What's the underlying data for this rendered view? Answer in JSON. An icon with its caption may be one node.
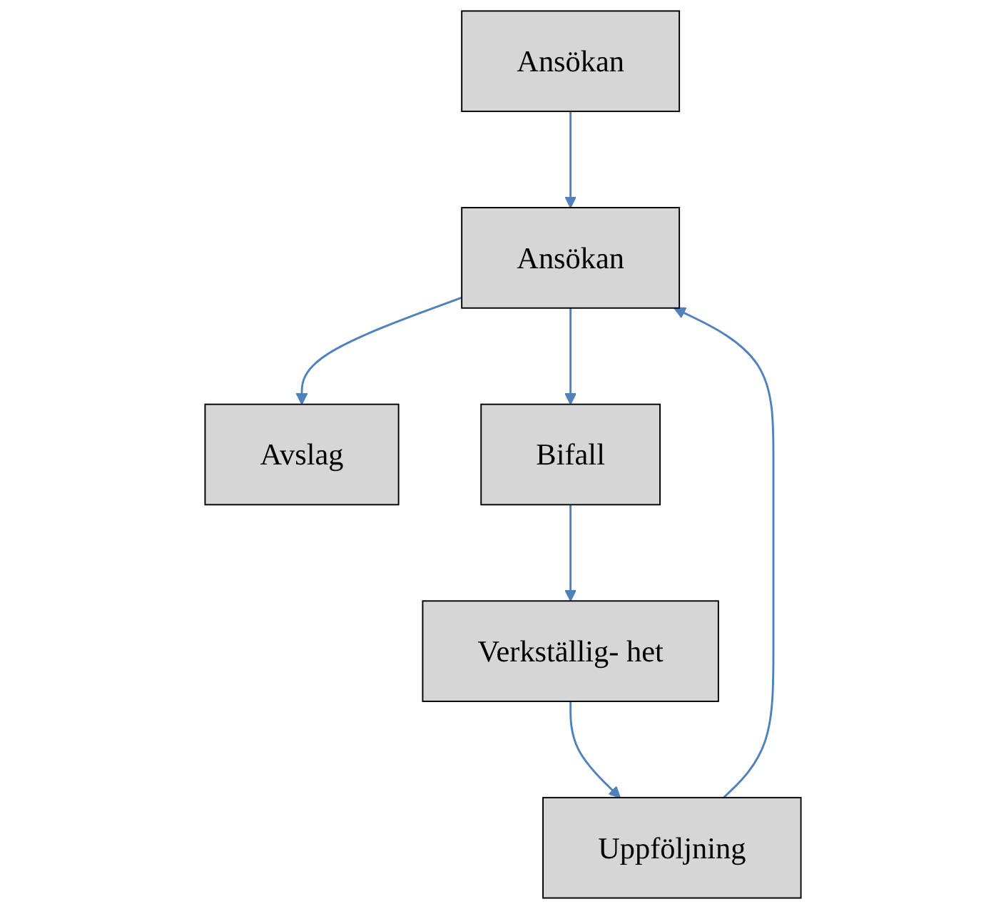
{
  "diagram": {
    "nodes": [
      {
        "text": [
          "Ansökan"
        ]
      },
      {
        "text": [
          "Avslag"
        ]
      },
      {
        "text": [
          "Ansökan"
        ]
      },
      {
        "text": [
          "Bifall"
        ]
      },
      {
        "text": [
          "Uppföljning"
        ]
      },
      {
        "text": [
          "Verkställig- het"
        ]
      }
    ],
    "edges": [
      {
        "from": 0,
        "to": 2,
        "arrow": "to"
      },
      {
        "from": 2,
        "to": 1,
        "arrow": "to"
      },
      {
        "from": 2,
        "to": 3,
        "arrow": "to"
      },
      {
        "from": 3,
        "to": 5,
        "arrow": "to"
      },
      {
        "from": 5,
        "to": 4,
        "arrow": "to"
      },
      {
        "from": 4,
        "to": 2,
        "arrow": "to"
      }
    ]
  }
}
